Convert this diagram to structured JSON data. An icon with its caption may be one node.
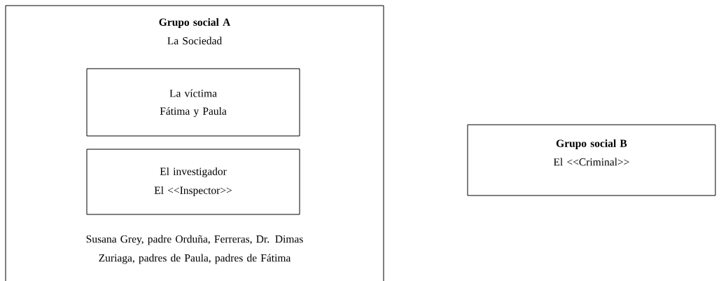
{
  "diagram": {
    "nodes": [
      {
        "text": [
          "Grupo social A",
          "La Sociedad",
          "Susana Grey, padre Orduña, Ferreras, Dr. Dimas Zuriaga, padres de Paula, padres de Fátima"
        ]
      },
      {
        "text": [
          "La víctima",
          "Fátima y Paula"
        ],
        "in": 0
      },
      {
        "text": [
          "El investigador",
          "El <<Inspector>>"
        ],
        "in": 0
      },
      {
        "text": [
          "Grupo social B",
          "El <<Criminal>>"
        ]
      }
    ]
  }
}
